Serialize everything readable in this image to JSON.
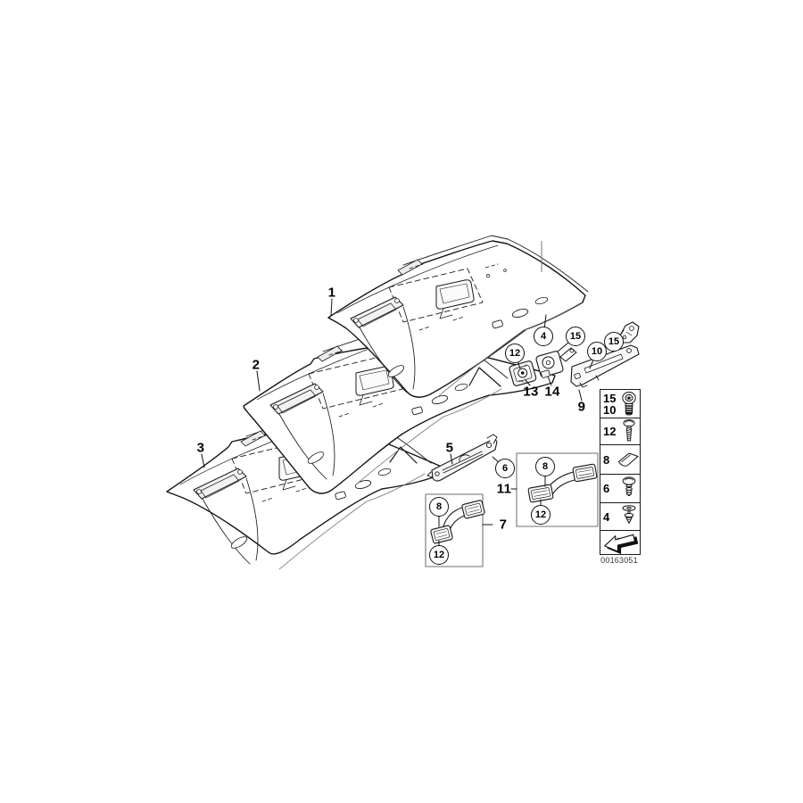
{
  "image_code": "00163051",
  "labels": [
    {
      "text": "1"
    },
    {
      "text": "2"
    },
    {
      "text": "3"
    },
    {
      "text": "5"
    },
    {
      "text": "7"
    },
    {
      "text": "9"
    },
    {
      "text": "11"
    },
    {
      "text": "13"
    },
    {
      "text": "14"
    }
  ],
  "callouts": [
    {
      "label": "12"
    },
    {
      "label": "4"
    },
    {
      "label": "15"
    },
    {
      "label": "10"
    },
    {
      "label": "15"
    },
    {
      "label": "6"
    },
    {
      "label": "8"
    },
    {
      "label": "12"
    },
    {
      "label": "8"
    },
    {
      "label": "12"
    }
  ],
  "legend": {
    "rows": [
      {
        "numbers": [
          "15",
          "10"
        ],
        "icon": "torx-screw"
      },
      {
        "numbers": [
          "12"
        ],
        "icon": "long-screw"
      },
      {
        "numbers": [
          "8"
        ],
        "icon": "adhesive-pad"
      },
      {
        "numbers": [
          "6"
        ],
        "icon": "short-screw"
      },
      {
        "numbers": [
          "4"
        ],
        "icon": "expanding-rivet"
      }
    ],
    "arrow_icon": "direction-arrow"
  },
  "colors": {
    "line": "#1a1a1a",
    "box_border": "#8a8a8a",
    "shade": "#ececec"
  }
}
